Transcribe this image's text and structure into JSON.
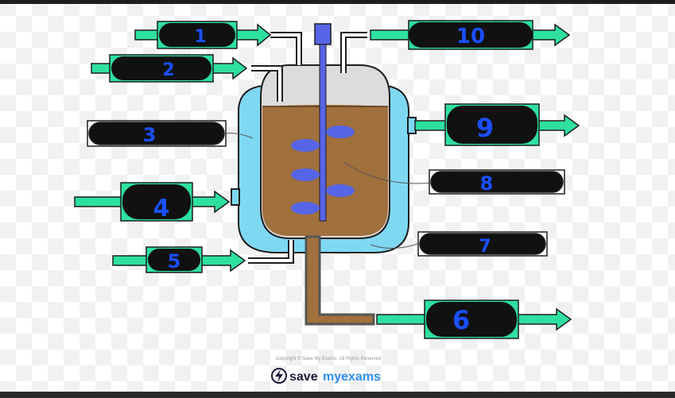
{
  "labels": [
    {
      "id": "1",
      "text": "1"
    },
    {
      "id": "2",
      "text": "2"
    },
    {
      "id": "3",
      "text": "3"
    },
    {
      "id": "4",
      "text": "4"
    },
    {
      "id": "5",
      "text": "5"
    },
    {
      "id": "6",
      "text": "6"
    },
    {
      "id": "7",
      "text": "7"
    },
    {
      "id": "8",
      "text": "8"
    },
    {
      "id": "9",
      "text": "9"
    },
    {
      "id": "10",
      "text": "10"
    }
  ],
  "footer": {
    "copyright": "Copyright © Save My Exams. All Rights Reserved",
    "brand_save": "save",
    "brand_myexams": "myexams",
    "logo_icon": "lightning-bolt-icon"
  },
  "colors": {
    "arrow_green": "#2ee0a0",
    "label_black": "#111111",
    "number_blue": "#1b4fff",
    "jacket_blue": "#7fd8f2",
    "broth_brown": "#a0703d",
    "paddle_purple": "#5664e6",
    "vessel_grey": "#d8d8d8"
  }
}
